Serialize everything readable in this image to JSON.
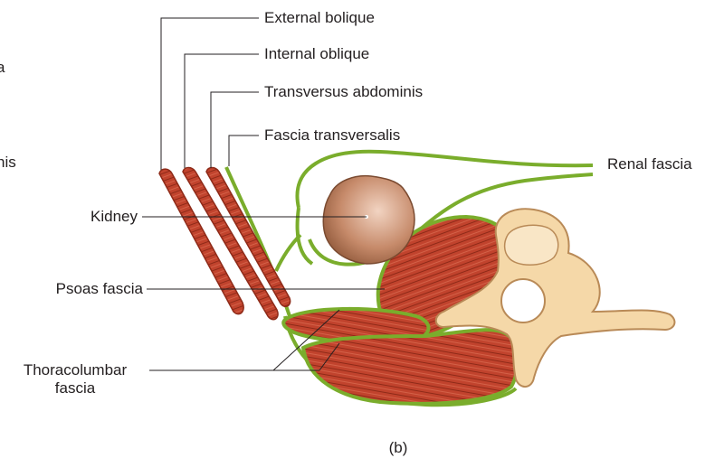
{
  "panel_label": "(b)",
  "cropped_left_text": [
    "a",
    "nis"
  ],
  "labels": {
    "external_oblique": "External bolique",
    "internal_oblique": "Internal oblique",
    "transversus_abdominis": "Transversus abdominis",
    "fascia_transversalis": "Fascia transversalis",
    "renal_fascia": "Renal fascia",
    "kidney": "Kidney",
    "psoas_fascia": "Psoas fascia",
    "thoracolumbar_fascia_line1": "Thoracolumbar",
    "thoracolumbar_fascia_line2": "fascia"
  },
  "colors": {
    "muscle": "#c1432d",
    "muscle_dark": "#8e2a18",
    "fascia": "#7aad2c",
    "kidney": "#c68a6a",
    "bone": "#f5d8a8",
    "bone_outline": "#b98a57",
    "leader": "#231f20"
  }
}
